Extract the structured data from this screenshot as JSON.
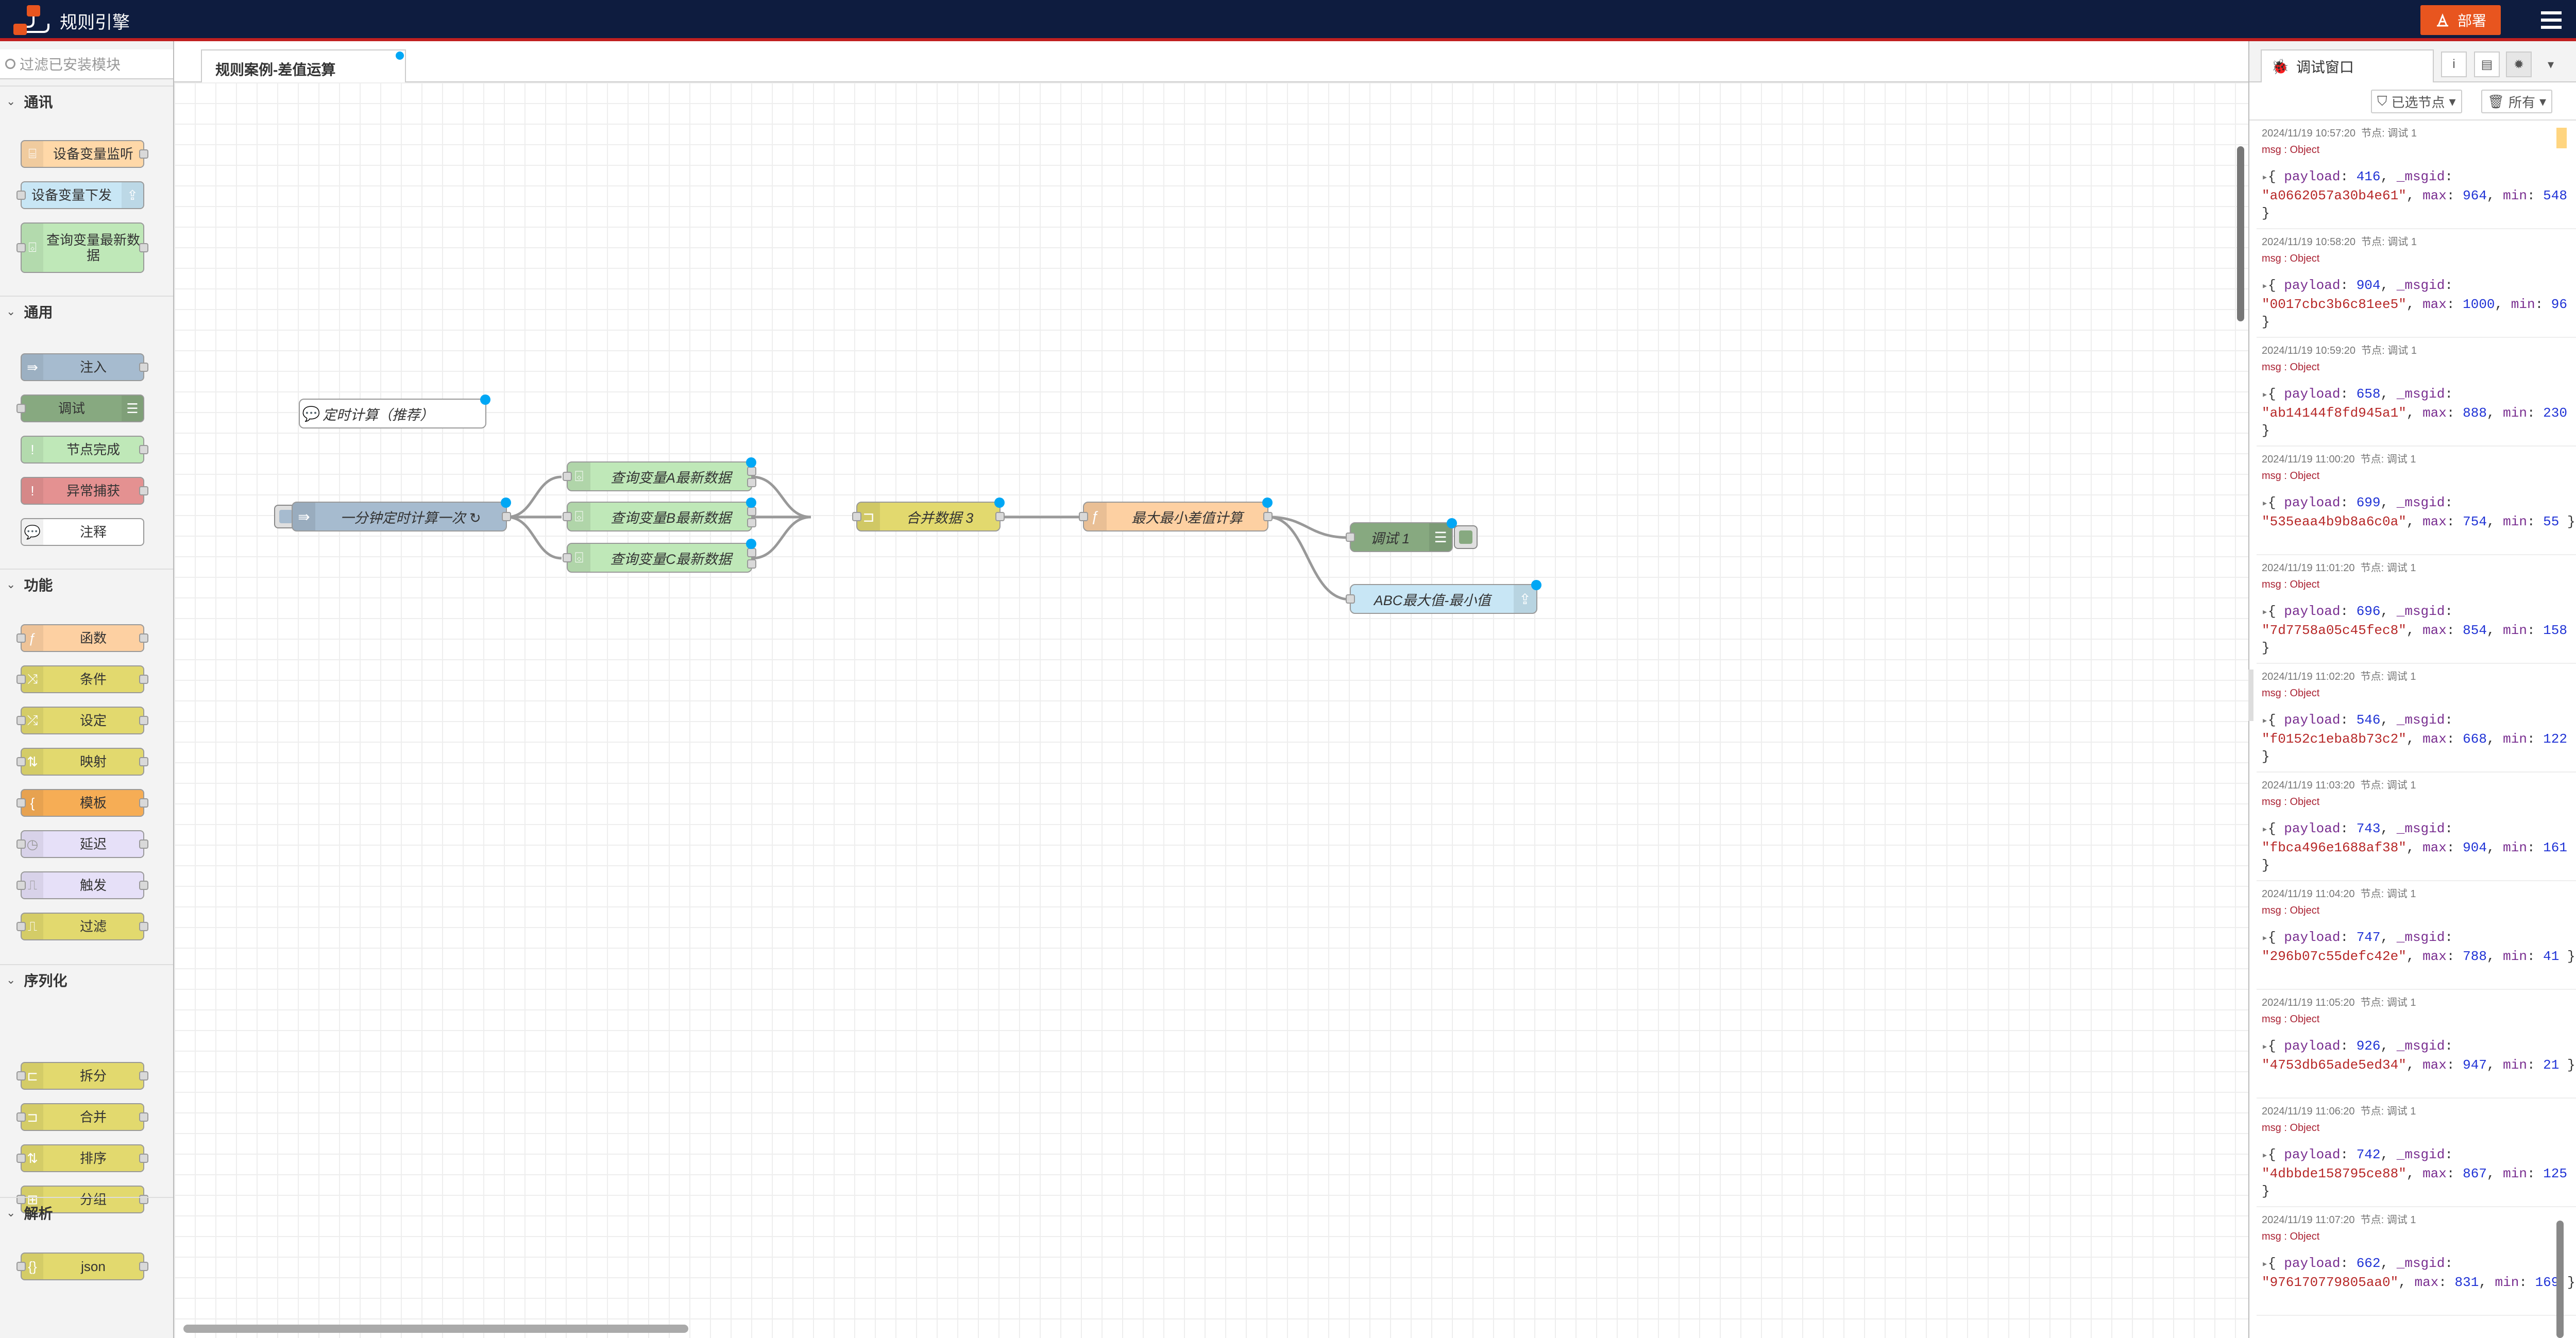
{
  "header": {
    "title": "规则引擎",
    "deploy_label": "部署",
    "accent_color": "#0e1c3f",
    "deploy_color": "#e8551f"
  },
  "palette": {
    "search_placeholder": "过滤已安装模块",
    "categories": [
      {
        "label": "通讯",
        "nodes": [
          "设备变量监听",
          "设备变量下发",
          "查询变量最新数据"
        ]
      },
      {
        "label": "通用",
        "nodes": [
          "注入",
          "调试",
          "节点完成",
          "异常捕获",
          "注释"
        ]
      },
      {
        "label": "功能",
        "nodes": [
          "函数",
          "条件",
          "设定",
          "映射",
          "模板",
          "延迟",
          "触发",
          "过滤"
        ]
      },
      {
        "label": "序列化",
        "nodes": [
          "拆分",
          "合并",
          "排序",
          "分组"
        ]
      },
      {
        "label": "解析",
        "nodes": [
          "json"
        ]
      }
    ]
  },
  "workspace": {
    "tab_label": "规则案例-差值运算",
    "nodes": {
      "comment": "定时计算（推荐）",
      "inject": "一分钟定时计算一次 ↻",
      "query_a": "查询变量A最新数据",
      "query_b": "查询变量B最新数据",
      "query_c": "查询变量C最新数据",
      "join": "合并数据 3",
      "function": "最大最小差值计算",
      "debug": "调试 1",
      "output": "ABC最大值-最小值"
    }
  },
  "sidebar": {
    "tab_label": "调试窗口",
    "filter_nodes_label": "已选节点",
    "filter_all_label": "所有",
    "messages": [
      {
        "time": "2024/11/19 10:57:20",
        "node": "节点: 调试 1",
        "topic": "msg : Object",
        "payload": "416",
        "msgid": "\"a0662057a30b4e61\"",
        "max": "964",
        "min": "548"
      },
      {
        "time": "2024/11/19 10:58:20",
        "node": "节点: 调试 1",
        "topic": "msg : Object",
        "payload": "904",
        "msgid": "\"0017cbc3b6c81ee5\"",
        "max": "1000",
        "min": "96"
      },
      {
        "time": "2024/11/19 10:59:20",
        "node": "节点: 调试 1",
        "topic": "msg : Object",
        "payload": "658",
        "msgid": "\"ab14144f8fd945a1\"",
        "max": "888",
        "min": "230"
      },
      {
        "time": "2024/11/19 11:00:20",
        "node": "节点: 调试 1",
        "topic": "msg : Object",
        "payload": "699",
        "msgid": "\"535eaa4b9b8a6c0a\"",
        "max": "754",
        "min": "55"
      },
      {
        "time": "2024/11/19 11:01:20",
        "node": "节点: 调试 1",
        "topic": "msg : Object",
        "payload": "696",
        "msgid": "\"7d7758a05c45fec8\"",
        "max": "854",
        "min": "158"
      },
      {
        "time": "2024/11/19 11:02:20",
        "node": "节点: 调试 1",
        "topic": "msg : Object",
        "payload": "546",
        "msgid": "\"f0152c1eba8b73c2\"",
        "max": "668",
        "min": "122"
      },
      {
        "time": "2024/11/19 11:03:20",
        "node": "节点: 调试 1",
        "topic": "msg : Object",
        "payload": "743",
        "msgid": "\"fbca496e1688af38\"",
        "max": "904",
        "min": "161"
      },
      {
        "time": "2024/11/19 11:04:20",
        "node": "节点: 调试 1",
        "topic": "msg : Object",
        "payload": "747",
        "msgid": "\"296b07c55defc42e\"",
        "max": "788",
        "min": "41"
      },
      {
        "time": "2024/11/19 11:05:20",
        "node": "节点: 调试 1",
        "topic": "msg : Object",
        "payload": "926",
        "msgid": "\"4753db65ade5ed34\"",
        "max": "947",
        "min": "21"
      },
      {
        "time": "2024/11/19 11:06:20",
        "node": "节点: 调试 1",
        "topic": "msg : Object",
        "payload": "742",
        "msgid": "\"4dbbde158795ce88\"",
        "max": "867",
        "min": "125"
      },
      {
        "time": "2024/11/19 11:07:20",
        "node": "节点: 调试 1",
        "topic": "msg : Object",
        "payload": "662",
        "msgid": "\"976170779805aa0\"",
        "max": "831",
        "min": "169"
      }
    ]
  }
}
